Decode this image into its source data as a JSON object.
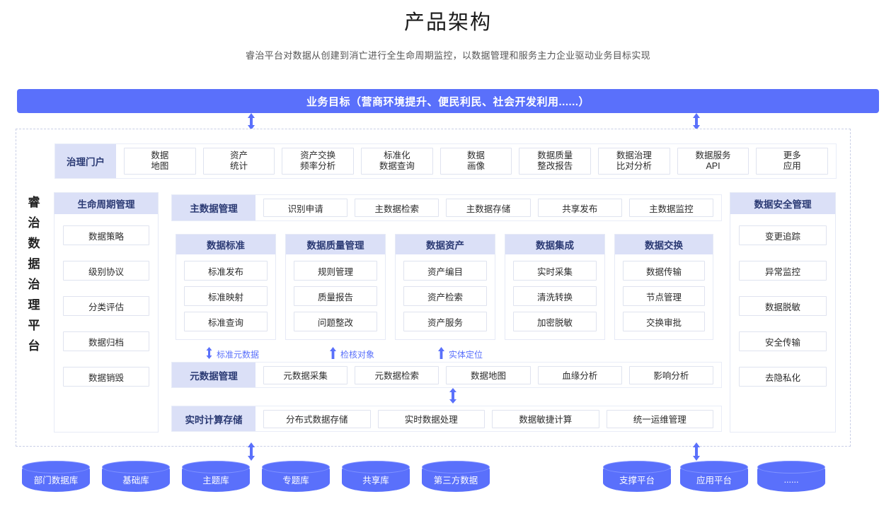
{
  "page": {
    "title": "产品架构",
    "subtitle": "睿治平台对数据从创建到消亡进行全生命周期监控，以数据管理和服务主力企业驱动业务目标实现",
    "brand_vertical": "睿治数据治理平台"
  },
  "colors": {
    "primary": "#5a70fb",
    "header_fill": "#dbe0f7",
    "header_text": "#2b3a74",
    "cell_border": "#dfe3ef",
    "dotted_border": "#c9cfe6"
  },
  "banner": {
    "label": "业务目标（营商环境提升、便民利民、社会开发利用......）"
  },
  "portal": {
    "head": "治理门户",
    "items": [
      "数据\n地图",
      "资产\n统计",
      "资产交换\n频率分析",
      "标准化\n数据查询",
      "数据\n画像",
      "数据质量\n整改报告",
      "数据治理\n比对分析",
      "数据服务\nAPI",
      "更多\n应用"
    ]
  },
  "lifecycle": {
    "head": "生命周期管理",
    "items": [
      "数据策略",
      "级别协议",
      "分类评估",
      "数据归档",
      "数据销毁"
    ]
  },
  "master_data": {
    "head": "主数据管理",
    "items": [
      "识别申请",
      "主数据检索",
      "主数据存储",
      "共享发布",
      "主数据监控"
    ]
  },
  "domains": [
    {
      "head": "数据标准",
      "items": [
        "标准发布",
        "标准映射",
        "标准查询"
      ]
    },
    {
      "head": "数据质量管理",
      "items": [
        "规则管理",
        "质量报告",
        "问题整改"
      ]
    },
    {
      "head": "数据资产",
      "items": [
        "资产编目",
        "资产检索",
        "资产服务"
      ]
    },
    {
      "head": "数据集成",
      "items": [
        "实时采集",
        "清洗转换",
        "加密脱敏"
      ]
    },
    {
      "head": "数据交换",
      "items": [
        "数据传输",
        "节点管理",
        "交换审批"
      ]
    }
  ],
  "annotations": [
    {
      "label": "标准元数据",
      "arrow": "double-arrow-icon"
    },
    {
      "label": "检核对象",
      "arrow": "up-arrow-icon"
    },
    {
      "label": "实体定位",
      "arrow": "up-arrow-icon"
    }
  ],
  "metadata": {
    "head": "元数据管理",
    "items": [
      "元数据采集",
      "元数据检索",
      "数据地图",
      "血缘分析",
      "影响分析"
    ]
  },
  "realtime": {
    "head": "实时计算存储",
    "items": [
      "分布式数据存储",
      "实时数据处理",
      "数据敏捷计算",
      "统一运维管理"
    ]
  },
  "security": {
    "head": "数据安全管理",
    "items": [
      "变更追踪",
      "异常监控",
      "数据脱敏",
      "安全传输",
      "去隐私化"
    ]
  },
  "databases_left": [
    "部门数据库",
    "基础库",
    "主题库",
    "专题库",
    "共享库",
    "第三方数据"
  ],
  "databases_right": [
    "支撑平台",
    "应用平台",
    "......"
  ]
}
